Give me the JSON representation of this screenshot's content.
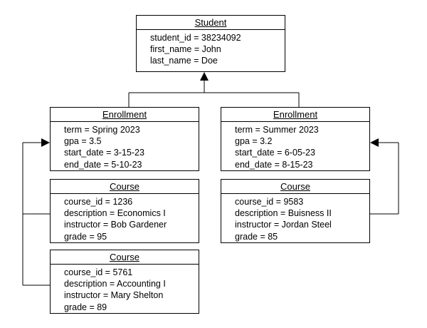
{
  "student": {
    "title": "Student",
    "attributes": [
      "student_id = 38234092",
      "first_name = John",
      "last_name = Doe"
    ]
  },
  "enrollments": [
    {
      "title": "Enrollment",
      "attributes": [
        "term = Spring 2023",
        "gpa = 3.5",
        "start_date = 3-15-23",
        "end_date = 5-10-23"
      ]
    },
    {
      "title": "Enrollment",
      "attributes": [
        "term = Summer 2023",
        "gpa = 3.2",
        "start_date = 6-05-23",
        "end_date = 8-15-23"
      ]
    }
  ],
  "courses": [
    {
      "title": "Course",
      "attributes": [
        "course_id = 1236",
        "description = Economics I",
        "instructor = Bob Gardener",
        "grade = 95"
      ]
    },
    {
      "title": "Course",
      "attributes": [
        "course_id = 5761",
        "description = Accounting I",
        "instructor = Mary Shelton",
        "grade = 89"
      ]
    },
    {
      "title": "Course",
      "attributes": [
        "course_id = 9583",
        "description = Buisness II",
        "instructor = Jordan Steel",
        "grade = 85"
      ]
    }
  ]
}
